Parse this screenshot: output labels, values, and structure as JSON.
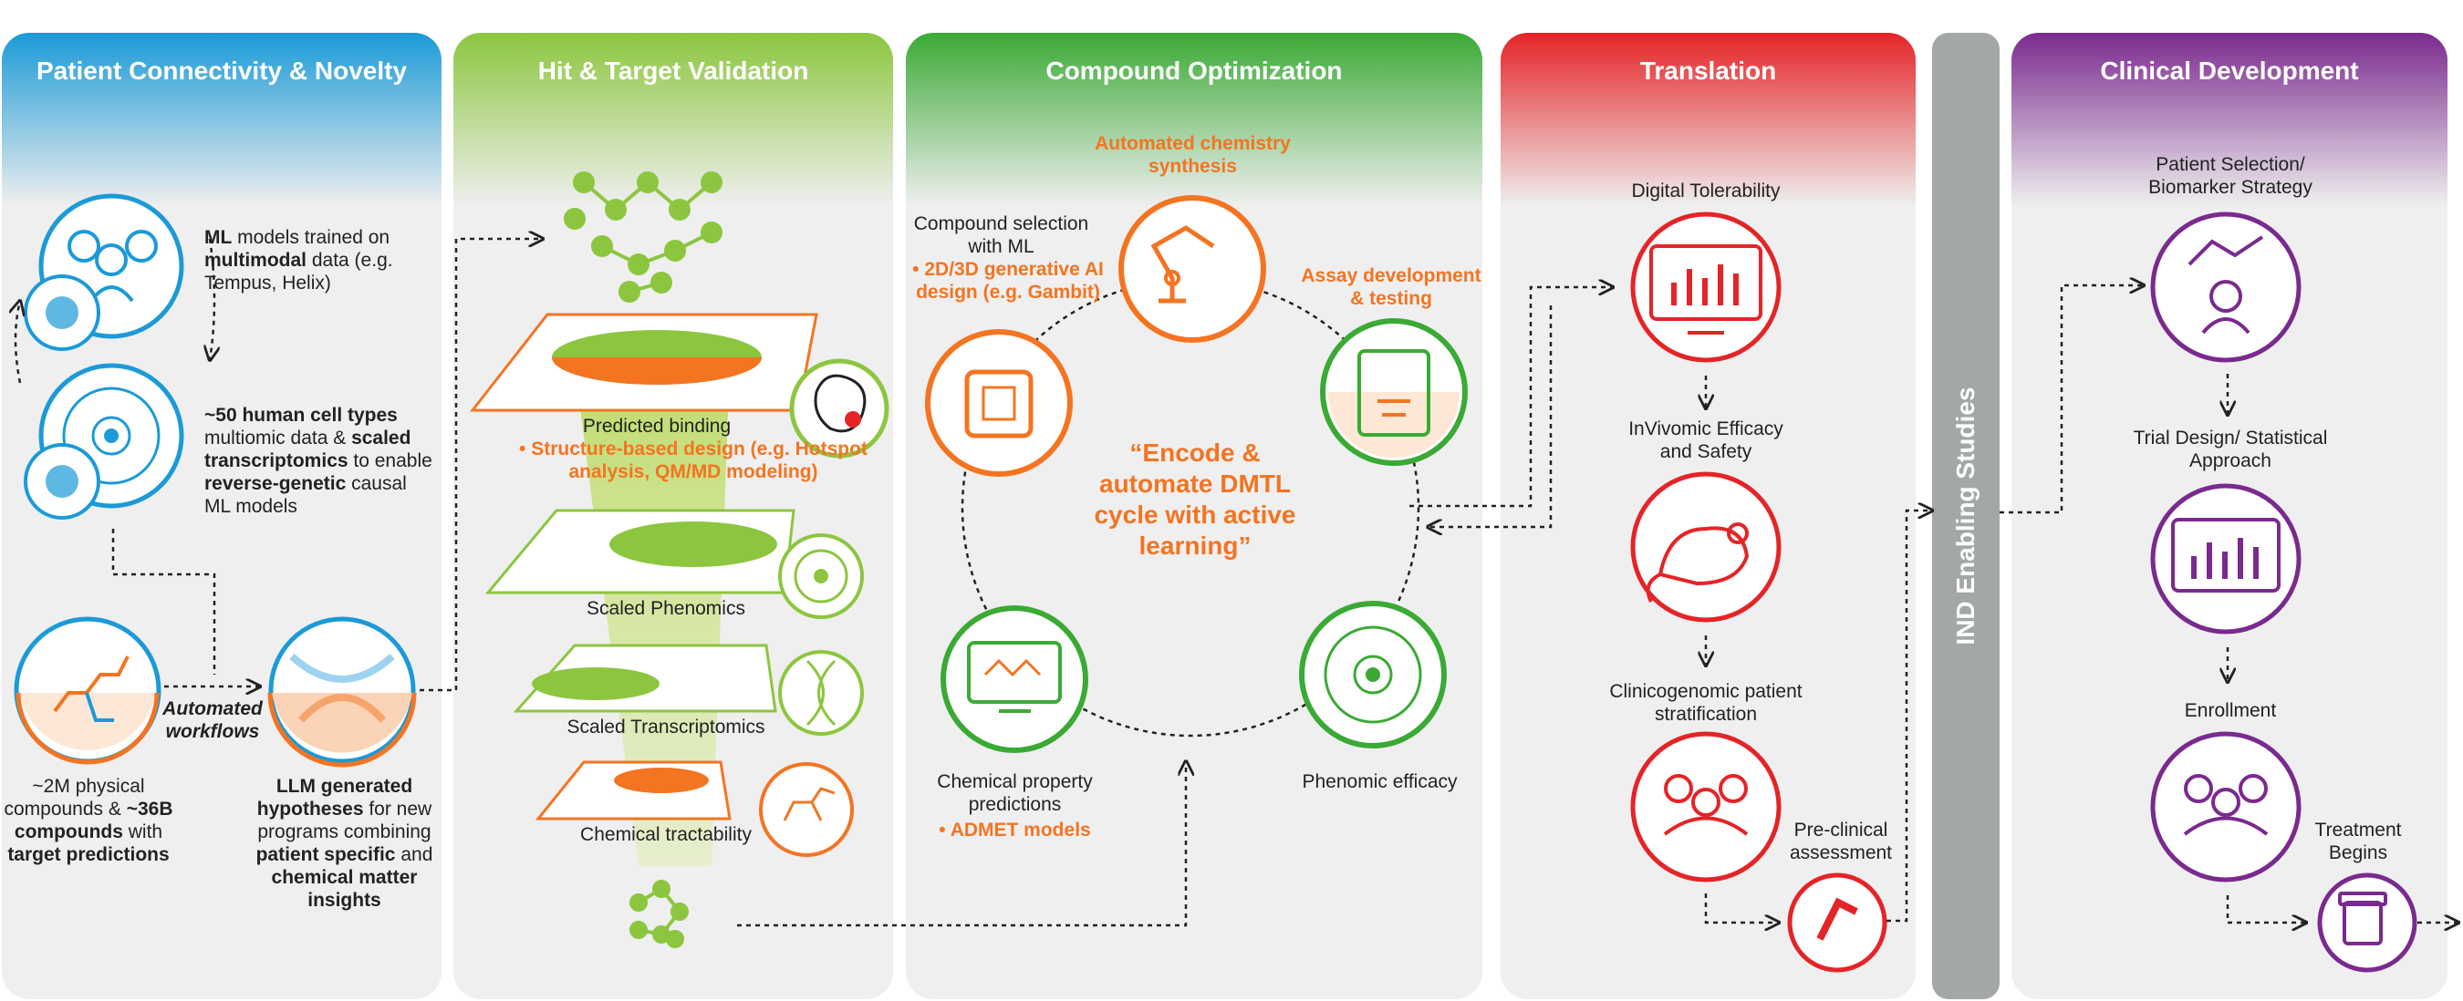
{
  "panels": {
    "patient": {
      "title": "Patient Connectivity & Novelty",
      "ml_models": {
        "b1": "ML",
        "t1": " models trained on ",
        "b2": "multimodal",
        "t2": " data (e.g. Tempus, Helix)"
      },
      "cell_types": {
        "b1": "~50 human cell types",
        "t1": " multiomic data & ",
        "b2": "scaled transcriptomics",
        "t2": " to enable ",
        "b3": "reverse-genetic",
        "t3": " causal ML models"
      },
      "compounds": {
        "t1": "~2M physical compounds & ",
        "b1": "~36B compounds",
        "t2": " with ",
        "b2": "target predictions"
      },
      "llm": {
        "b1": "LLM generated hypotheses",
        "t1": " for new programs combining ",
        "b2": "patient specific",
        "t2": " and ",
        "b3": "chemical matter insights"
      },
      "automated": "Automated workflows"
    },
    "hit": {
      "title": "Hit & Target Validation",
      "predicted_binding": "Predicted binding",
      "structure_design": "• Structure-based design (e.g. Hotspot analysis, QM/MD modeling)",
      "scaled_phenomics": "Scaled Phenomics",
      "scaled_transcriptomics": "Scaled Transcriptomics",
      "chemical_tractability": "Chemical tractability"
    },
    "compound": {
      "title": "Compound Optimization",
      "automated_chemistry": "Automated chemistry synthesis",
      "compound_selection": "Compound selection with ML",
      "generative": "• 2D/3D generative AI design (e.g. Gambit)",
      "assay": "Assay development & testing",
      "quote": "“Encode & automate DMTL cycle with active learning”",
      "chemical_property": "Chemical property predictions",
      "admet": "• ADMET models",
      "phenomic_efficacy": "Phenomic efficacy"
    },
    "translation": {
      "title": "Translation",
      "digital_tolerability": "Digital Tolerability",
      "invivomic": "InVivomic Efficacy and Safety",
      "clinicogenomic": "Clinicogenomic patient stratification",
      "preclinical": "Pre-clinical assessment"
    },
    "ind": {
      "label": "IND Enabling Studies"
    },
    "clinical": {
      "title": "Clinical Development",
      "patient_selection": "Patient Selection/ Biomarker Strategy",
      "trial_design": "Trial Design/ Statistical Approach",
      "enrollment": "Enrollment",
      "treatment": "Treatment Begins"
    }
  },
  "colors": {
    "blue": "#1b9ad7",
    "green_yellow": "#8cc63f",
    "green": "#3aaa35",
    "orange": "#f47421",
    "red": "#e42427",
    "purple": "#7a2a8e",
    "gray": "#a4a7a7"
  }
}
